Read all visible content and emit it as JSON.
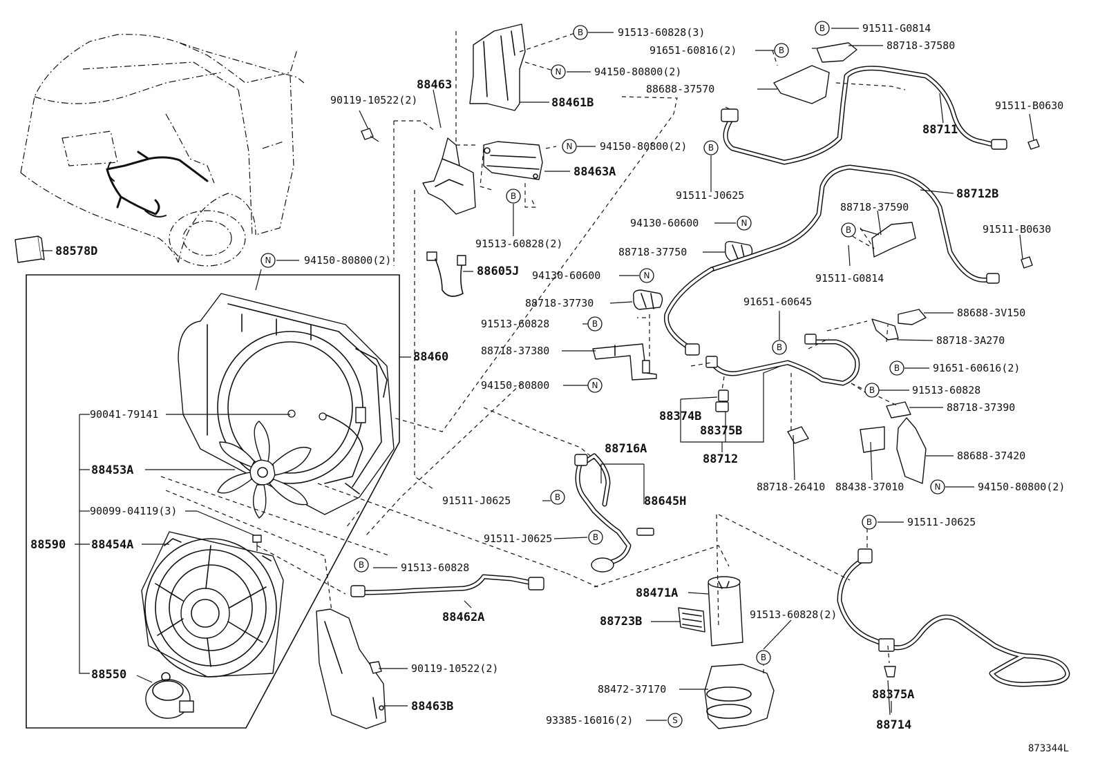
{
  "diagram_code": "873344L",
  "marker_letters": {
    "b": "B",
    "n": "N",
    "s": "S"
  },
  "labels": {
    "p91513_60828_3": "91513-60828(3)",
    "p91511_G0814_top": "91511-G0814",
    "p91651_60816_2": "91651-60816(2)",
    "p88718_37580": "88718-37580",
    "p94150_80800_2_top": "94150-80800(2)",
    "p88463": "88463",
    "p90119_10522_2_top": "90119-10522(2)",
    "p88461B": "88461B",
    "p88688_37570": "88688-37570",
    "p91511_B0630_top": "91511-B0630",
    "p88711": "88711",
    "p94150_80800_2_mid": "94150-80800(2)",
    "p88463A": "88463A",
    "p91511_J0625_top": "91511-J0625",
    "p88712B": "88712B",
    "p88578D": "88578D",
    "p91513_60828_2_a": "91513-60828(2)",
    "p88718_37590": "88718-37590",
    "p91511_B0630_mid": "91511-B0630",
    "p94130_60600_a": "94130-60600",
    "p88718_37750": "88718-37750",
    "p94150_80800_2_box": "94150-80800(2)",
    "p88605J": "88605J",
    "p94130_60600_b": "94130-60600",
    "p91511_G0814_mid": "91511-G0814",
    "p88718_37730": "88718-37730",
    "p91651_60645": "91651-60645",
    "p88688_3V150": "88688-3V150",
    "p91513_60828_a": "91513-60828",
    "p88718_3A270": "88718-3A270",
    "p88460": "88460",
    "p88718_37380": "88718-37380",
    "p91651_60616_2": "91651-60616(2)",
    "p94150_80800": "94150-80800",
    "p91513_60828_b": "91513-60828",
    "p88374B": "88374B",
    "p88375B": "88375B",
    "p88718_37390": "88718-37390",
    "p90041_79141": "90041-79141",
    "p88712": "88712",
    "p88716A": "88716A",
    "p88688_37420": "88688-37420",
    "p88453A": "88453A",
    "p88718_26410": "88718-26410",
    "p88438_37010": "88438-37010",
    "p94150_80800_2_btm": "94150-80800(2)",
    "p91511_J0625_mid": "91511-J0625",
    "p88645H": "88645H",
    "p90099_04119_3": "90099-04119(3)",
    "p91511_J0625_low": "91511-J0625",
    "p91511_J0625_right": "91511-J0625",
    "p88590": "88590",
    "p88454A": "88454A",
    "p91513_60828_c": "91513-60828",
    "p88471A": "88471A",
    "p88462A": "88462A",
    "p88723B": "88723B",
    "p91513_60828_2_b": "91513-60828(2)",
    "p88550": "88550",
    "p90119_10522_2_btm": "90119-10522(2)",
    "p88375A": "88375A",
    "p88472_37170": "88472-37170",
    "p88463B": "88463B",
    "p93385_16016_2": "93385-16016(2)",
    "p88714": "88714"
  }
}
